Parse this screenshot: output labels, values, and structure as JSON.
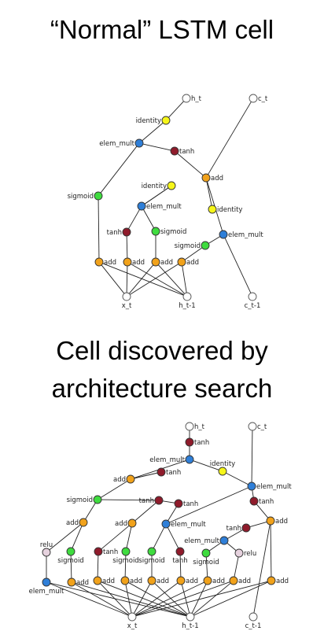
{
  "titles": {
    "normal": "“Normal” LSTM cell",
    "discovered_line1": "Cell discovered by",
    "discovered_line2": "architecture search"
  },
  "colors": {
    "add": "#f1a21b",
    "elem_mult": "#2f7fd8",
    "identity": "#f6f61a",
    "sigmoid": "#3fdc3f",
    "tanh": "#8f1b2b",
    "relu": "#e6d2de",
    "io": "#ffffff"
  },
  "diagrams": [
    {
      "name": "normal-lstm-cell",
      "nodes": [
        {
          "id": "ht",
          "type": "io",
          "label": "h_t"
        },
        {
          "id": "ct",
          "type": "io",
          "label": "c_t"
        },
        {
          "id": "id1",
          "type": "identity",
          "label": "identity"
        },
        {
          "id": "em1",
          "type": "elem_mult",
          "label": "elem_mult"
        },
        {
          "id": "tanh1",
          "type": "tanh",
          "label": "tanh"
        },
        {
          "id": "addc",
          "type": "add",
          "label": "add"
        },
        {
          "id": "sig1",
          "type": "sigmoid",
          "label": "sigmoid"
        },
        {
          "id": "id2",
          "type": "identity",
          "label": "identity"
        },
        {
          "id": "id3",
          "type": "identity",
          "label": "identity"
        },
        {
          "id": "em2",
          "type": "elem_mult",
          "label": "elem_mult"
        },
        {
          "id": "em3",
          "type": "elem_mult",
          "label": "elem_mult"
        },
        {
          "id": "tanh2",
          "type": "tanh",
          "label": "tanh"
        },
        {
          "id": "sig2",
          "type": "sigmoid",
          "label": "sigmoid"
        },
        {
          "id": "sig3",
          "type": "sigmoid",
          "label": "sigmoid"
        },
        {
          "id": "a1",
          "type": "add",
          "label": "add"
        },
        {
          "id": "a2",
          "type": "add",
          "label": "add"
        },
        {
          "id": "a3",
          "type": "add",
          "label": "add"
        },
        {
          "id": "a4",
          "type": "add",
          "label": "add"
        },
        {
          "id": "xt",
          "type": "io",
          "label": "x_t"
        },
        {
          "id": "hprev",
          "type": "io",
          "label": "h_t-1"
        },
        {
          "id": "cprev",
          "type": "io",
          "label": "c_t-1"
        }
      ],
      "edges": [
        [
          "id1",
          "ht"
        ],
        [
          "em1",
          "id1"
        ],
        [
          "sig1",
          "em1"
        ],
        [
          "tanh1",
          "em1"
        ],
        [
          "addc",
          "tanh1"
        ],
        [
          "addc",
          "ct"
        ],
        [
          "id3",
          "addc"
        ],
        [
          "em3",
          "addc"
        ],
        [
          "id2",
          "em2"
        ],
        [
          "em2",
          "id2"
        ],
        [
          "tanh2",
          "em2"
        ],
        [
          "sig2",
          "em2"
        ],
        [
          "sig3",
          "em3"
        ],
        [
          "cprev",
          "em3"
        ],
        [
          "a1",
          "sig1"
        ],
        [
          "a2",
          "tanh2"
        ],
        [
          "a3",
          "sig2"
        ],
        [
          "a4",
          "sig3"
        ],
        [
          "xt",
          "a1"
        ],
        [
          "xt",
          "a2"
        ],
        [
          "xt",
          "a3"
        ],
        [
          "xt",
          "a4"
        ],
        [
          "hprev",
          "a1"
        ],
        [
          "hprev",
          "a2"
        ],
        [
          "hprev",
          "a3"
        ],
        [
          "hprev",
          "a4"
        ]
      ]
    },
    {
      "name": "discovered-cell",
      "nodes": [
        {
          "id": "ht",
          "type": "io",
          "label": "h_t"
        },
        {
          "id": "ct",
          "type": "io",
          "label": "c_t"
        },
        {
          "id": "tanhT",
          "type": "tanh",
          "label": "tanh"
        },
        {
          "id": "emT",
          "type": "elem_mult",
          "label": "elem_mult"
        },
        {
          "id": "idT",
          "type": "identity",
          "label": "identity"
        },
        {
          "id": "addL",
          "type": "add",
          "label": "add"
        },
        {
          "id": "tanhM",
          "type": "tanh",
          "label": "tanh"
        },
        {
          "id": "emR",
          "type": "elem_mult",
          "label": "elem_mult"
        },
        {
          "id": "tanhR",
          "type": "tanh",
          "label": "tanh"
        },
        {
          "id": "sigL",
          "type": "sigmoid",
          "label": "sigmoid"
        },
        {
          "id": "tanhC",
          "type": "tanh",
          "label": "tanh"
        },
        {
          "id": "tanhC2",
          "type": "tanh",
          "label": "tanh"
        },
        {
          "id": "addL2",
          "type": "add",
          "label": "add"
        },
        {
          "id": "addM",
          "type": "add",
          "label": "add"
        },
        {
          "id": "emM",
          "type": "elem_mult",
          "label": "elem_mult"
        },
        {
          "id": "tanhM2",
          "type": "tanh",
          "label": "tanh"
        },
        {
          "id": "addR",
          "type": "add",
          "label": "add"
        },
        {
          "id": "emM2",
          "type": "elem_mult",
          "label": "elem_mult"
        },
        {
          "id": "relu1",
          "type": "relu",
          "label": "relu"
        },
        {
          "id": "sigA",
          "type": "sigmoid",
          "label": "sigmoid"
        },
        {
          "id": "tanhA",
          "type": "tanh",
          "label": "tanh"
        },
        {
          "id": "sigB",
          "type": "sigmoid",
          "label": "sigmoid"
        },
        {
          "id": "sigC",
          "type": "sigmoid",
          "label": "sigmoid"
        },
        {
          "id": "tanhB",
          "type": "tanh",
          "label": "tanh"
        },
        {
          "id": "sigD",
          "type": "sigmoid",
          "label": "sigmoid"
        },
        {
          "id": "relu2",
          "type": "relu",
          "label": "relu"
        },
        {
          "id": "emB",
          "type": "elem_mult",
          "label": "elem_mult"
        },
        {
          "id": "b1",
          "type": "add",
          "label": "add"
        },
        {
          "id": "b2",
          "type": "add",
          "label": "add"
        },
        {
          "id": "b3",
          "type": "add",
          "label": "add"
        },
        {
          "id": "b4",
          "type": "add",
          "label": "add"
        },
        {
          "id": "b5",
          "type": "add",
          "label": "add"
        },
        {
          "id": "b6",
          "type": "add",
          "label": "add"
        },
        {
          "id": "b7",
          "type": "add",
          "label": "add"
        },
        {
          "id": "b8",
          "type": "add",
          "label": "add"
        },
        {
          "id": "xt",
          "type": "io",
          "label": "x_t"
        },
        {
          "id": "hprev",
          "type": "io",
          "label": "h_t-1"
        },
        {
          "id": "cprev",
          "type": "io",
          "label": "c_t-1"
        }
      ],
      "edges": [
        [
          "tanhT",
          "ht"
        ],
        [
          "emT",
          "tanhT"
        ],
        [
          "idT",
          "emT"
        ],
        [
          "addL",
          "emT"
        ],
        [
          "tanhM",
          "addL"
        ],
        [
          "emR",
          "idT"
        ],
        [
          "emR",
          "ct"
        ],
        [
          "tanhR",
          "emR"
        ],
        [
          "addR",
          "tanhR"
        ],
        [
          "cprev",
          "addR"
        ],
        [
          "sigL",
          "addL"
        ],
        [
          "tanhC",
          "sigL"
        ],
        [
          "tanhC2",
          "tanhC"
        ],
        [
          "addL2",
          "sigL"
        ],
        [
          "addM",
          "tanhC"
        ],
        [
          "emM",
          "tanhC2"
        ],
        [
          "emM",
          "emR"
        ],
        [
          "tanhM2",
          "addR"
        ],
        [
          "emM2",
          "tanhM2"
        ],
        [
          "relu1",
          "addL2"
        ],
        [
          "sigA",
          "addL2"
        ],
        [
          "tanhA",
          "addM"
        ],
        [
          "sigB",
          "addM"
        ],
        [
          "sigC",
          "emM"
        ],
        [
          "tanhB",
          "emM"
        ],
        [
          "sigD",
          "emM2"
        ],
        [
          "relu2",
          "emM2"
        ],
        [
          "emB",
          "relu1"
        ],
        [
          "b1",
          "sigA"
        ],
        [
          "b2",
          "tanhA"
        ],
        [
          "b3",
          "sigB"
        ],
        [
          "b4",
          "sigC"
        ],
        [
          "b5",
          "tanhB"
        ],
        [
          "b6",
          "sigD"
        ],
        [
          "b7",
          "relu2"
        ],
        [
          "b8",
          "addR"
        ],
        [
          "xt",
          "emB"
        ],
        [
          "xt",
          "b1"
        ],
        [
          "xt",
          "b2"
        ],
        [
          "xt",
          "b3"
        ],
        [
          "xt",
          "b4"
        ],
        [
          "xt",
          "b5"
        ],
        [
          "xt",
          "b6"
        ],
        [
          "xt",
          "b7"
        ],
        [
          "xt",
          "b8"
        ],
        [
          "hprev",
          "emB"
        ],
        [
          "hprev",
          "b1"
        ],
        [
          "hprev",
          "b2"
        ],
        [
          "hprev",
          "b3"
        ],
        [
          "hprev",
          "b4"
        ],
        [
          "hprev",
          "b5"
        ],
        [
          "hprev",
          "b6"
        ],
        [
          "hprev",
          "b7"
        ],
        [
          "hprev",
          "b8"
        ]
      ]
    }
  ]
}
